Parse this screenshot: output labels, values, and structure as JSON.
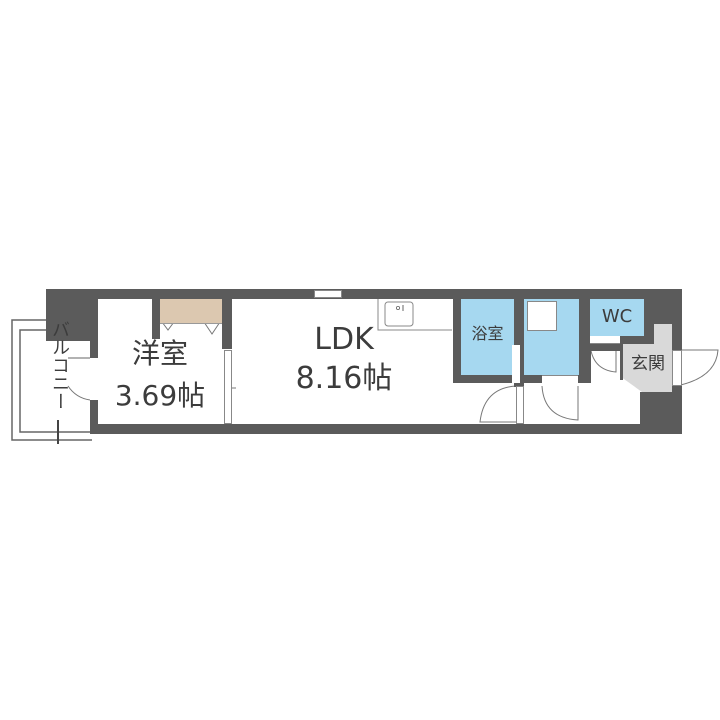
{
  "floorplan": {
    "colors": {
      "wall": "#5b5b5b",
      "wet_area": "#a6d8f0",
      "storage": "#dcc8b0",
      "entrance_floor": "#d9d9d9",
      "text": "#3c3c3c"
    },
    "rooms": {
      "western_room": {
        "name": "洋室",
        "size": "3.69帖"
      },
      "ldk": {
        "name": "LDK",
        "size": "8.16帖"
      },
      "bathroom": {
        "name": "浴室"
      },
      "wc": {
        "name": "WC"
      },
      "entrance": {
        "name": "玄関"
      },
      "balcony": {
        "name": "バルコニー"
      }
    }
  }
}
